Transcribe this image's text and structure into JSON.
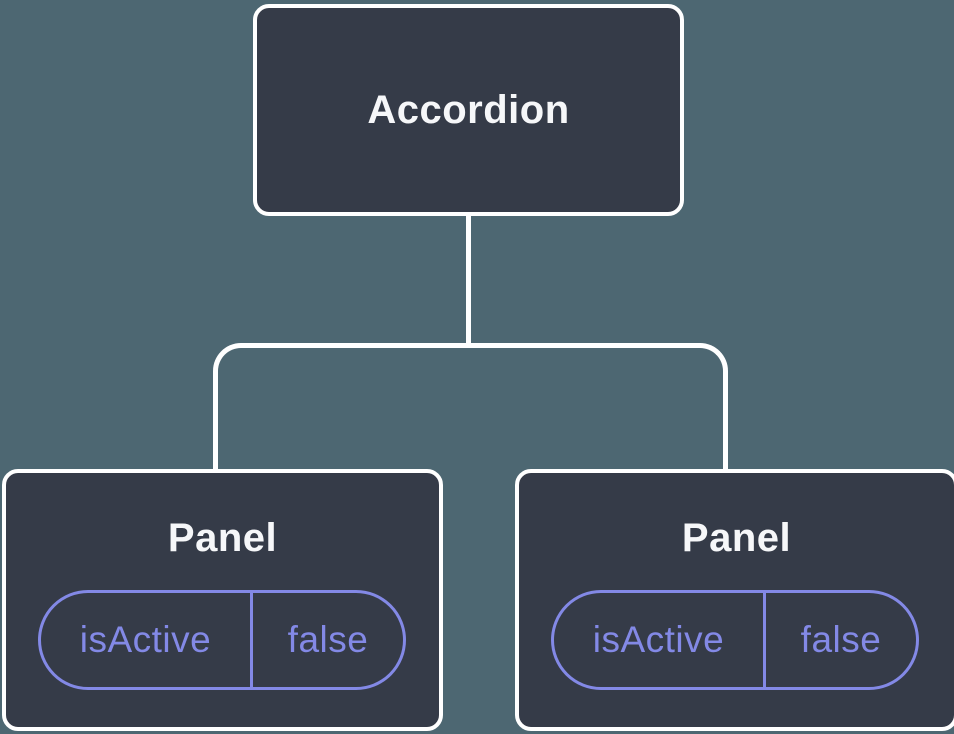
{
  "colors": {
    "background": "#4d6772",
    "node_fill": "#353b48",
    "node_border": "#ffffff",
    "node_text": "#f6f7f9",
    "prop_accent": "#8389e6",
    "connector": "#ffffff"
  },
  "tree": {
    "root": {
      "label": "Accordion"
    },
    "children": [
      {
        "label": "Panel",
        "prop": {
          "name": "isActive",
          "value": "false"
        }
      },
      {
        "label": "Panel",
        "prop": {
          "name": "isActive",
          "value": "false"
        }
      }
    ]
  }
}
